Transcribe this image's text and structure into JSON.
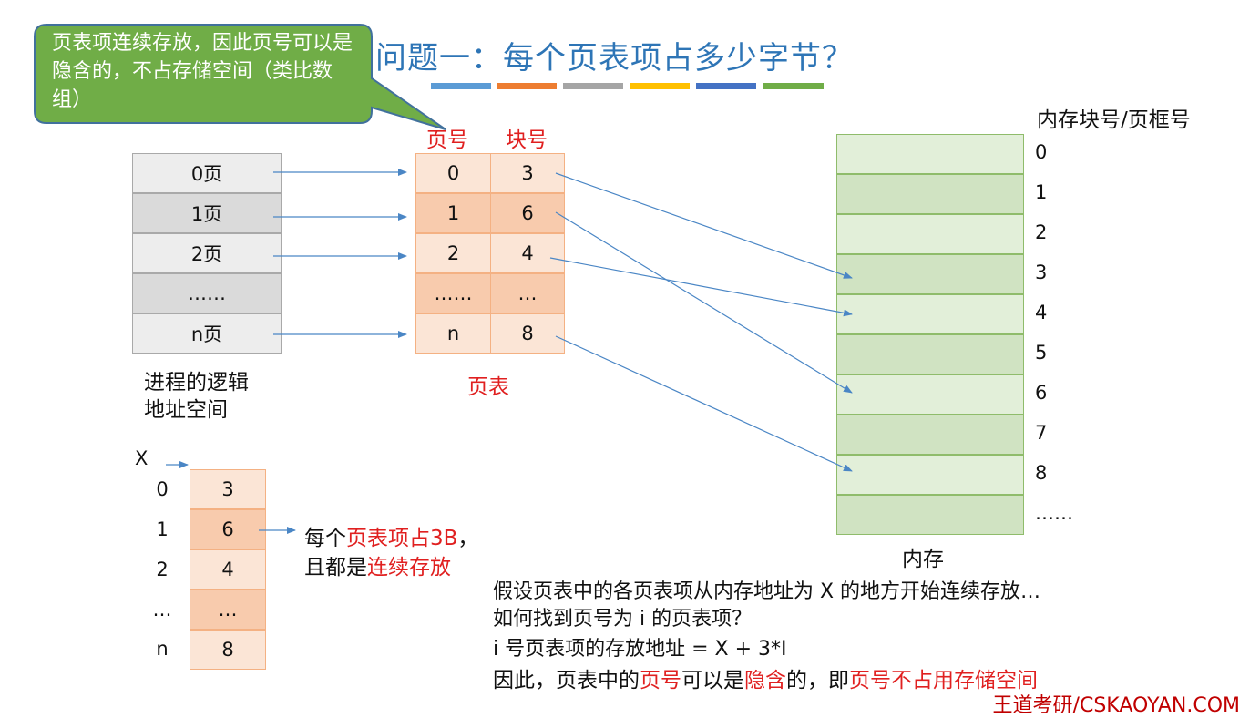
{
  "title": "问题一：每个页表项占多少字节？",
  "title_bar_colors": [
    "#5b9bd5",
    "#ed7d31",
    "#a5a5a5",
    "#ffc000",
    "#4472c4",
    "#70ad47"
  ],
  "callout": {
    "text": "页表项连续存放，因此页号可以是隐含的，不占存储空间（类比数组）",
    "color": "#70ad47"
  },
  "logical": {
    "pages": [
      "0页",
      "1页",
      "2页",
      "……",
      "n页"
    ],
    "label_line1": "进程的逻辑",
    "label_line2": "地址空间"
  },
  "page_table": {
    "header_page": "页号",
    "header_block": "块号",
    "rows": [
      {
        "page": "0",
        "block": "3"
      },
      {
        "page": "1",
        "block": "6"
      },
      {
        "page": "2",
        "block": "4"
      },
      {
        "page": "……",
        "block": "…"
      },
      {
        "page": "n",
        "block": "8"
      }
    ],
    "label": "页表"
  },
  "memory": {
    "header": "内存块号/页框号",
    "frames": [
      "0",
      "1",
      "2",
      "3",
      "4",
      "5",
      "6",
      "7",
      "8",
      "……"
    ],
    "label": "内存"
  },
  "x_table": {
    "x_label": "X",
    "indices": [
      "0",
      "1",
      "2",
      "…",
      "n"
    ],
    "values": [
      "3",
      "6",
      "4",
      "…",
      "8"
    ],
    "note_1_prefix": "每个",
    "note_1_red": "页表项占3B",
    "note_1_suffix": "，",
    "note_2_prefix": "且都是",
    "note_2_red": "连续存放"
  },
  "notes": {
    "line1": "假设页表中的各页表项从内存地址为 X 的地方开始连续存放…",
    "line2": "如何找到页号为 i 的页表项？",
    "line3": "i 号页表项的存放地址 = X + 3*I",
    "line4_a": "因此，页表中的",
    "line4_b": "页号",
    "line4_c": "可以是",
    "line4_d": "隐含",
    "line4_e": "的，即",
    "line4_f": "页号不占用存储空间"
  },
  "brand": "王道考研/CSKAOYAN.COM"
}
